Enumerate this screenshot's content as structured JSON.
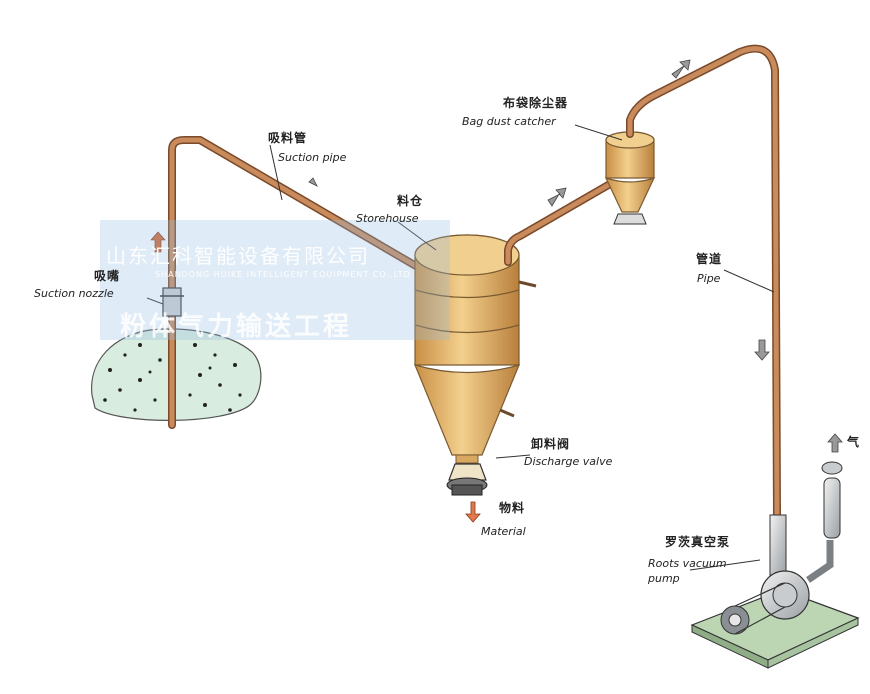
{
  "labels": {
    "suction_pipe": {
      "zh": "吸料管",
      "en": "Suction pipe"
    },
    "storehouse": {
      "zh": "料仓",
      "en": "Storehouse"
    },
    "bag_dust_catcher": {
      "zh": "布袋除尘器",
      "en": "Bag dust catcher"
    },
    "suction_nozzle": {
      "zh": "吸嘴",
      "en": "Suction nozzle"
    },
    "pipe": {
      "zh": "管道",
      "en": "Pipe"
    },
    "discharge_valve": {
      "zh": "卸料阀",
      "en": "Discharge valve"
    },
    "material": {
      "zh": "物料",
      "en": "Material"
    },
    "roots_vacuum_pump": {
      "zh": "罗茨真空泵",
      "en": "Roots vacuum pump"
    },
    "gas": {
      "zh": "气"
    }
  },
  "watermark": {
    "company_zh": "山东汇科智能设备有限公司",
    "company_en": "SHANDONG HUIKE INTELLIGENT EQUIPMENT CO.,LTD",
    "slogan_zh": "粉体气力输送工程"
  },
  "colors": {
    "pipe": "#b5754a",
    "vessel": "#e3b26a",
    "vessel_dark": "#b98340",
    "pile": "#d8ece0",
    "base": "#bcd6b4"
  }
}
